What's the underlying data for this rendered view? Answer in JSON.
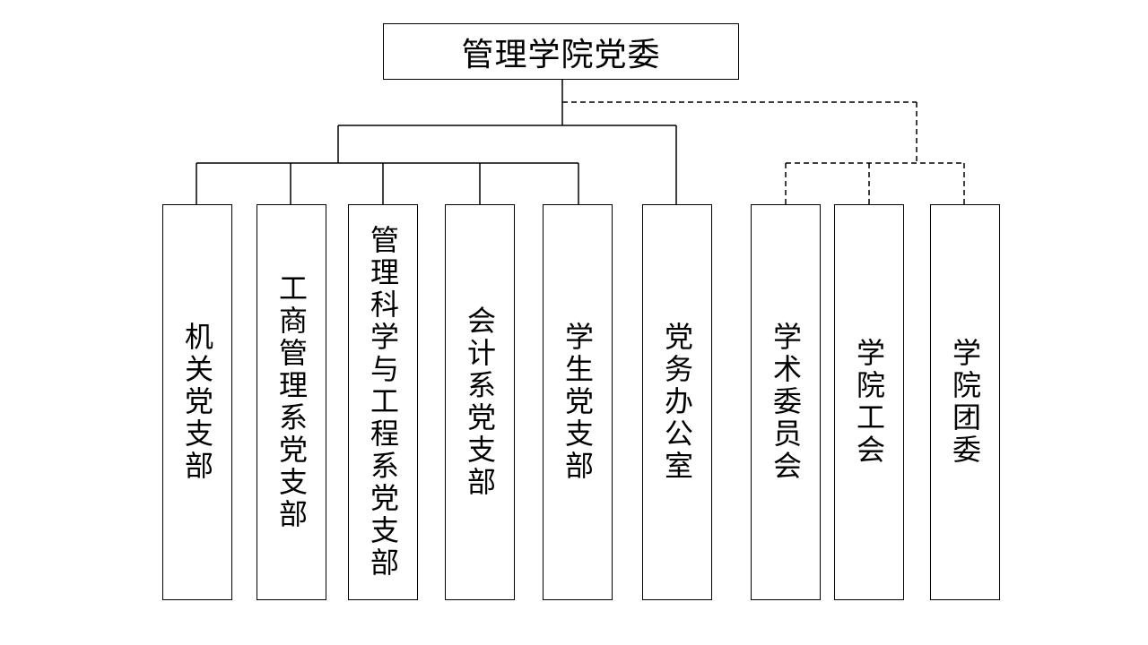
{
  "root": {
    "label": "管理学院党委"
  },
  "units": [
    {
      "label": "机关党支部"
    },
    {
      "label": "工商管理系党支部"
    },
    {
      "label": "管理科学与工程系党支部"
    },
    {
      "label": "会计系党支部"
    },
    {
      "label": "学生党支部"
    },
    {
      "label": "党务办公室"
    },
    {
      "label": "学术委员会"
    },
    {
      "label": "学院工会"
    },
    {
      "label": "学院团委"
    }
  ],
  "line_styles": {
    "direct_subordinate": "solid",
    "affiliated_organization": "dashed"
  },
  "colors": {
    "line": "#000000",
    "box_border": "#000000",
    "background": "#ffffff"
  }
}
